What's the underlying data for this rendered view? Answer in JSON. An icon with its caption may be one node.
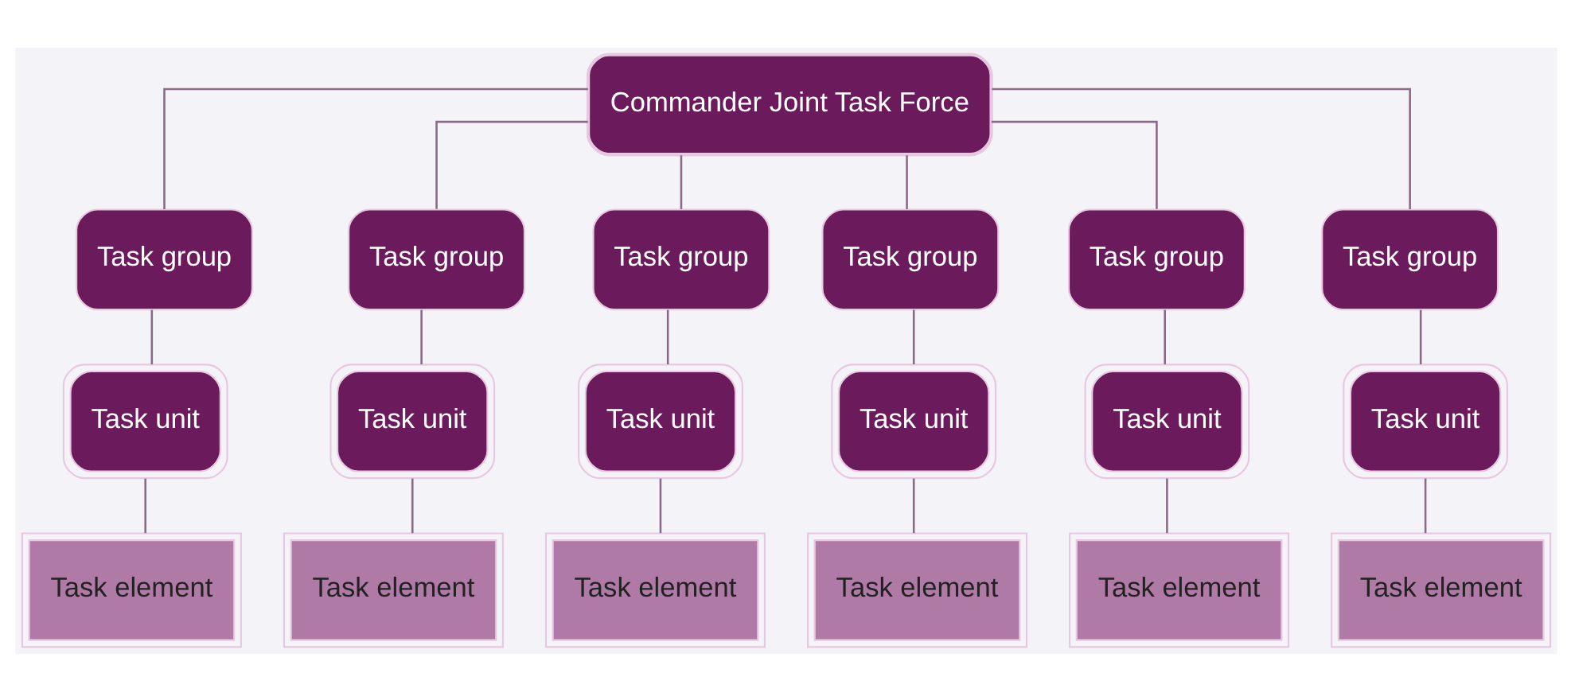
{
  "diagram": {
    "nodes": [
      {
        "text": [
          "Commander Joint Task Force"
        ]
      },
      {
        "text": [
          "Task group"
        ]
      },
      {
        "text": [
          "Task group"
        ]
      },
      {
        "text": [
          "Task group"
        ]
      },
      {
        "text": [
          "Task group"
        ]
      },
      {
        "text": [
          "Task group"
        ]
      },
      {
        "text": [
          "Task group"
        ]
      },
      {
        "text": [
          "Task unit"
        ]
      },
      {
        "text": [
          "Task unit"
        ]
      },
      {
        "text": [
          "Task unit"
        ]
      },
      {
        "text": [
          "Task unit"
        ]
      },
      {
        "text": [
          "Task unit"
        ]
      },
      {
        "text": [
          "Task unit"
        ]
      },
      {
        "text": [
          "Task element"
        ]
      },
      {
        "text": [
          "Task element"
        ]
      },
      {
        "text": [
          "Task element"
        ]
      },
      {
        "text": [
          "Task element"
        ]
      },
      {
        "text": [
          "Task element"
        ]
      },
      {
        "text": [
          "Task element"
        ]
      }
    ],
    "edges": [
      {
        "from": 0,
        "to": 1,
        "arrow": "none"
      },
      {
        "from": 0,
        "to": 2,
        "arrow": "none"
      },
      {
        "from": 0,
        "to": 3,
        "arrow": "none"
      },
      {
        "from": 0,
        "to": 4,
        "arrow": "none"
      },
      {
        "from": 0,
        "to": 5,
        "arrow": "none"
      },
      {
        "from": 0,
        "to": 6,
        "arrow": "none"
      },
      {
        "from": 1,
        "to": 7,
        "arrow": "none"
      },
      {
        "from": 2,
        "to": 8,
        "arrow": "none"
      },
      {
        "from": 3,
        "to": 9,
        "arrow": "none"
      },
      {
        "from": 4,
        "to": 10,
        "arrow": "none"
      },
      {
        "from": 5,
        "to": 11,
        "arrow": "none"
      },
      {
        "from": 6,
        "to": 12,
        "arrow": "none"
      },
      {
        "from": 7,
        "to": 13,
        "arrow": "none"
      },
      {
        "from": 8,
        "to": 14,
        "arrow": "none"
      },
      {
        "from": 9,
        "to": 15,
        "arrow": "none"
      },
      {
        "from": 10,
        "to": 16,
        "arrow": "none"
      },
      {
        "from": 11,
        "to": 17,
        "arrow": "none"
      },
      {
        "from": 12,
        "to": 18,
        "arrow": "none"
      }
    ]
  }
}
